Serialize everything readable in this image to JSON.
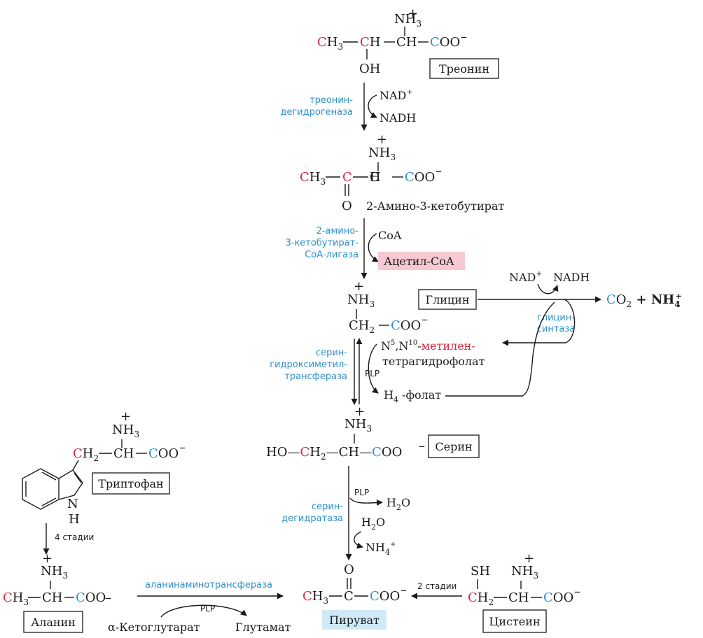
{
  "texts": {
    "threonine": {
      "c1": "C",
      "h3": "H",
      "sub3": "3",
      "ch": "H",
      "c2": "C",
      "ch2": "H",
      "c3": "C",
      "oo": "OO",
      "minus": "–",
      "oh": "OH",
      "nh": "NH",
      "plus": "+",
      "nh3sub": "3",
      "name": "Треонин"
    },
    "step1": {
      "enzyme1": "треонин-",
      "enzyme2": "дегидрогеназа",
      "cof_in": "NAD",
      "cof_in_sup": "+",
      "cof_out": "NADH"
    },
    "akb": {
      "c1": "C",
      "h3": "H",
      "sub3": "3",
      "c2": "C",
      "ch": "H",
      "c3": "C",
      "oo": "OO",
      "minus": "–",
      "o": "O",
      "nh": "NH",
      "plus": "+",
      "nh3sub": "3",
      "name": "2-Амино-3-кетобутират"
    },
    "step2": {
      "enzyme1": "2-амино-",
      "enzyme2": "3-кетобутират-",
      "enzyme3": "CoA-лигаза",
      "cof_in": "CoA",
      "product": "Ацетил-CoA"
    },
    "glycine": {
      "nh": "NH",
      "plus": "+",
      "nh3sub": "3",
      "ch": "CH",
      "sub2": "2",
      "c": "C",
      "oo": "OO",
      "minus": "–",
      "name": "Глицин"
    },
    "gcs": {
      "enzyme1": "глицин-",
      "enzyme2": "синтаза",
      "nad": "NAD",
      "nad_sup": "+",
      "nadh": "NADH",
      "co2_c": "C",
      "co2_o": "O",
      "co2_sub": "2",
      "plus_sign": " + ",
      "nh4": "NH",
      "nh4_sub": "4",
      "nh4_sup": "+"
    },
    "shmt": {
      "enzyme1": "серин-",
      "enzyme2": "гидроксиметил-",
      "enzyme3": "трансфераза",
      "plp": "PLP",
      "n5": "N",
      "n5sup": "5",
      "n10": ",N",
      "n10sup": "10",
      "dash": "-",
      "methylene": "метилен-",
      "thf": "тетрагидрофолат",
      "h4": "H",
      "h4sub": "4",
      "folate": " -фолат"
    },
    "serine": {
      "ho": "HO—",
      "c1": "C",
      "h2": "H",
      "sub2": "2",
      "ch": "—CH—",
      "c3": "C",
      "oo": "OO",
      "minus": "–",
      "nh": "NH",
      "plus": "+",
      "nh3sub": "3",
      "name": "Серин"
    },
    "step3": {
      "enzyme1": "серин-",
      "enzyme2": "дегидратаза",
      "plp": "PLP",
      "h2o_out": "H",
      "h2o_sub": "2",
      "h2o_o": "O",
      "h2o_in": "H",
      "h2o_in_sub": "2",
      "h2o_in_o": "O",
      "nh4": "NH",
      "nh4_sub": "4",
      "nh4_sup": "+"
    },
    "pyruvate": {
      "c1": "C",
      "h3": "H",
      "sub3": "3",
      "c2": "C",
      "c3": "C",
      "oo": "OO",
      "minus": "–",
      "o": "O",
      "name": "Пируват"
    },
    "tryptophan": {
      "c1": "C",
      "h2": "H",
      "sub2": "2",
      "ch": "CH",
      "c3": "C",
      "oo": "OO",
      "minus": "–",
      "nh": "NH",
      "plus": "+",
      "nh3sub": "3",
      "n": "N",
      "h": "H",
      "name": "Триптофан"
    },
    "step4": {
      "label": "4 стадии"
    },
    "alanine": {
      "c1": "C",
      "h3": "H",
      "sub3": "3",
      "ch": "CH",
      "c3": "C",
      "oo": "OO",
      "minus": "–",
      "nh": "NH",
      "plus": "+",
      "nh3sub": "3",
      "name": "Аланин"
    },
    "alt": {
      "enzyme": "аланинаминотрансфераза",
      "plp": "PLP",
      "kg": "α-Кетоглутарат",
      "glu": "Глутамат"
    },
    "cysteine": {
      "sh": "SH",
      "c1": "C",
      "h2": "H",
      "sub2": "2",
      "ch": "CH",
      "c3": "C",
      "oo": "OO",
      "minus": "–",
      "nh": "NH",
      "plus": "+",
      "nh3sub": "3",
      "name": "Цистеин"
    },
    "step5": {
      "label": "2 стадии"
    }
  },
  "colors": {
    "carbon_label_red": "#d6283c",
    "carbon_label_blue": "#2d8fc9",
    "enzyme_text": "#2d8fc9",
    "acetylcoa_highlight": "#f6c9d3",
    "pyruvate_highlight": "#cfe9f7"
  }
}
